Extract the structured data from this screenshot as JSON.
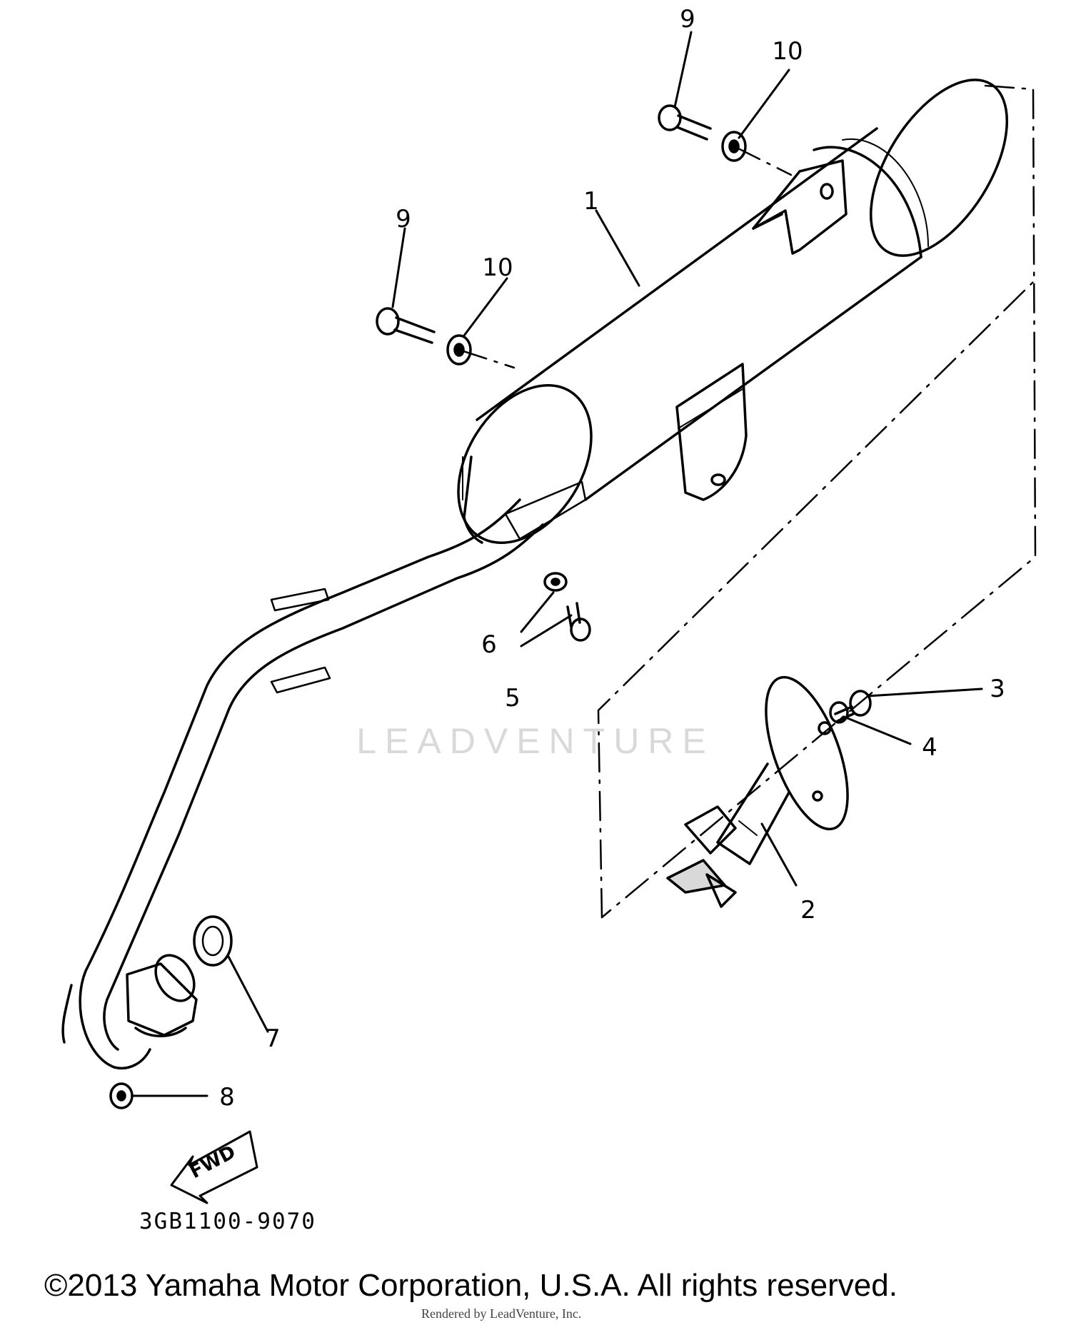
{
  "diagram": {
    "code": "3GB1100-9070",
    "copyright": "©2013 Yamaha Motor Corporation, U.S.A. All rights reserved.",
    "rendered_by": "Rendered by LeadVenture, Inc.",
    "watermark": "LEADVENTURE",
    "fwd_arrow_text": "FWD"
  },
  "callouts": [
    {
      "id": "p1",
      "label": "1"
    },
    {
      "id": "p2",
      "label": "2"
    },
    {
      "id": "p3",
      "label": "3"
    },
    {
      "id": "p4",
      "label": "4"
    },
    {
      "id": "p5",
      "label": "5"
    },
    {
      "id": "p6",
      "label": "6"
    },
    {
      "id": "p7",
      "label": "7"
    },
    {
      "id": "p8",
      "label": "8"
    },
    {
      "id": "p9a",
      "label": "9"
    },
    {
      "id": "p9b",
      "label": "9"
    },
    {
      "id": "p10a",
      "label": "10"
    },
    {
      "id": "p10b",
      "label": "10"
    }
  ]
}
